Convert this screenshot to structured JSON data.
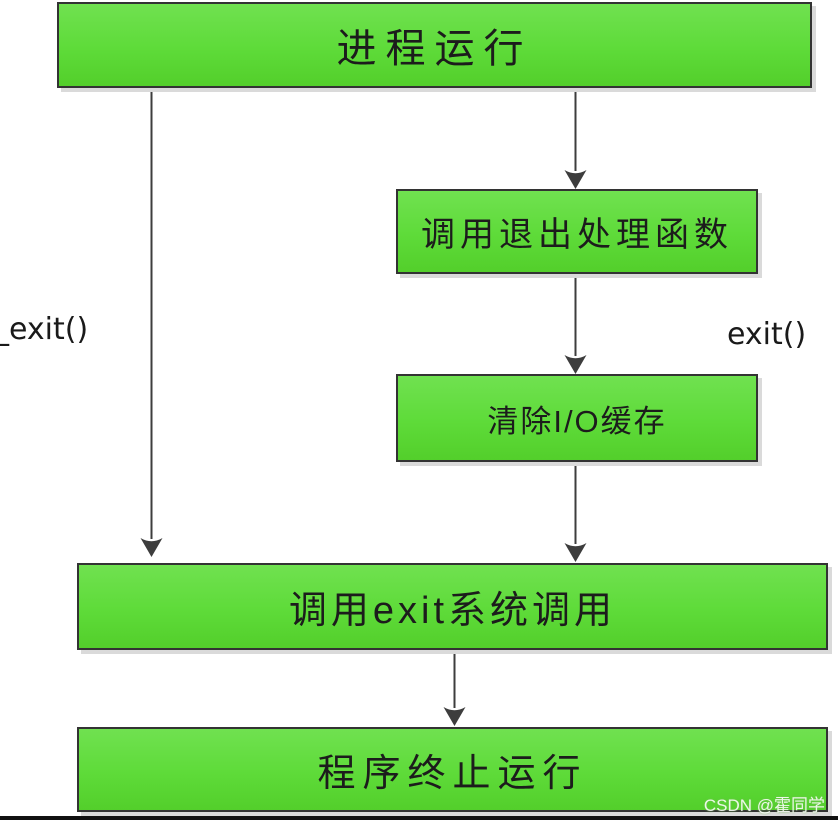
{
  "diagram": {
    "title_semantic": "process-exit-flowchart",
    "nodes": [
      {
        "id": "process-running",
        "label": "进程运行"
      },
      {
        "id": "call-exit-handlers",
        "label": "调用退出处理函数"
      },
      {
        "id": "flush-io-buffer",
        "label": "清除I/O缓存"
      },
      {
        "id": "call-exit-syscall",
        "label": "调用exit系统调用"
      },
      {
        "id": "program-terminated",
        "label": "程序终止运行"
      }
    ],
    "edges": [
      {
        "from": "process-running",
        "to": "call-exit-syscall",
        "label": "_exit()"
      },
      {
        "from": "process-running",
        "to": "call-exit-handlers",
        "label": "exit()"
      },
      {
        "from": "call-exit-handlers",
        "to": "flush-io-buffer",
        "label": ""
      },
      {
        "from": "flush-io-buffer",
        "to": "call-exit-syscall",
        "label": ""
      },
      {
        "from": "call-exit-syscall",
        "to": "program-terminated",
        "label": ""
      }
    ],
    "edge_labels": {
      "left": "_exit()",
      "right": "exit()"
    },
    "colors": {
      "node_fill_top": "#70e150",
      "node_fill_bottom": "#53cf2b",
      "node_border": "#333333",
      "node_shadow": "#dadada",
      "arrow": "#3d3d3d",
      "label_text": "#1a1a1a",
      "background": "#ffffff",
      "bottom_bar": "#111111"
    }
  },
  "watermark": {
    "text": "CSDN @霍同学"
  }
}
